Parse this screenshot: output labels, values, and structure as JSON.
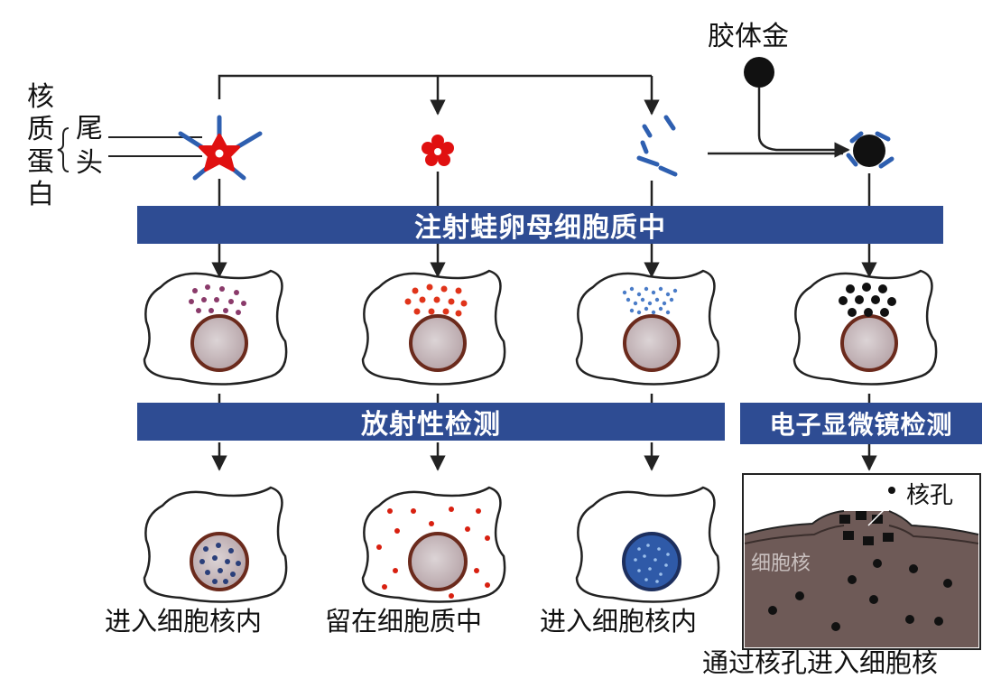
{
  "labels": {
    "colloidal_gold": "胶体金",
    "nucleoplasmin_chars": [
      "核",
      "质",
      "蛋",
      "白"
    ],
    "tail": "尾",
    "head": "头"
  },
  "bands": {
    "inject": "注射蛙卵母细胞质中",
    "radioactivity": "放射性检测",
    "electron_microscope": "电子显微镜检测"
  },
  "results": {
    "col1": "进入细胞核内",
    "col2": "留在细胞质中",
    "col3": "进入细胞核内",
    "col4": "通过核孔进入细胞核"
  },
  "inset": {
    "pore_label": "核孔",
    "nucleus_label": "细胞核"
  },
  "colors": {
    "band": "#2e4c93",
    "head": "#e01010",
    "tail": "#2e5fb0",
    "gold": "#111111",
    "nucleus": "#c9b3b6",
    "nucleus_rim": "#6b2a1c",
    "inset_bg": "#6e5a57"
  }
}
